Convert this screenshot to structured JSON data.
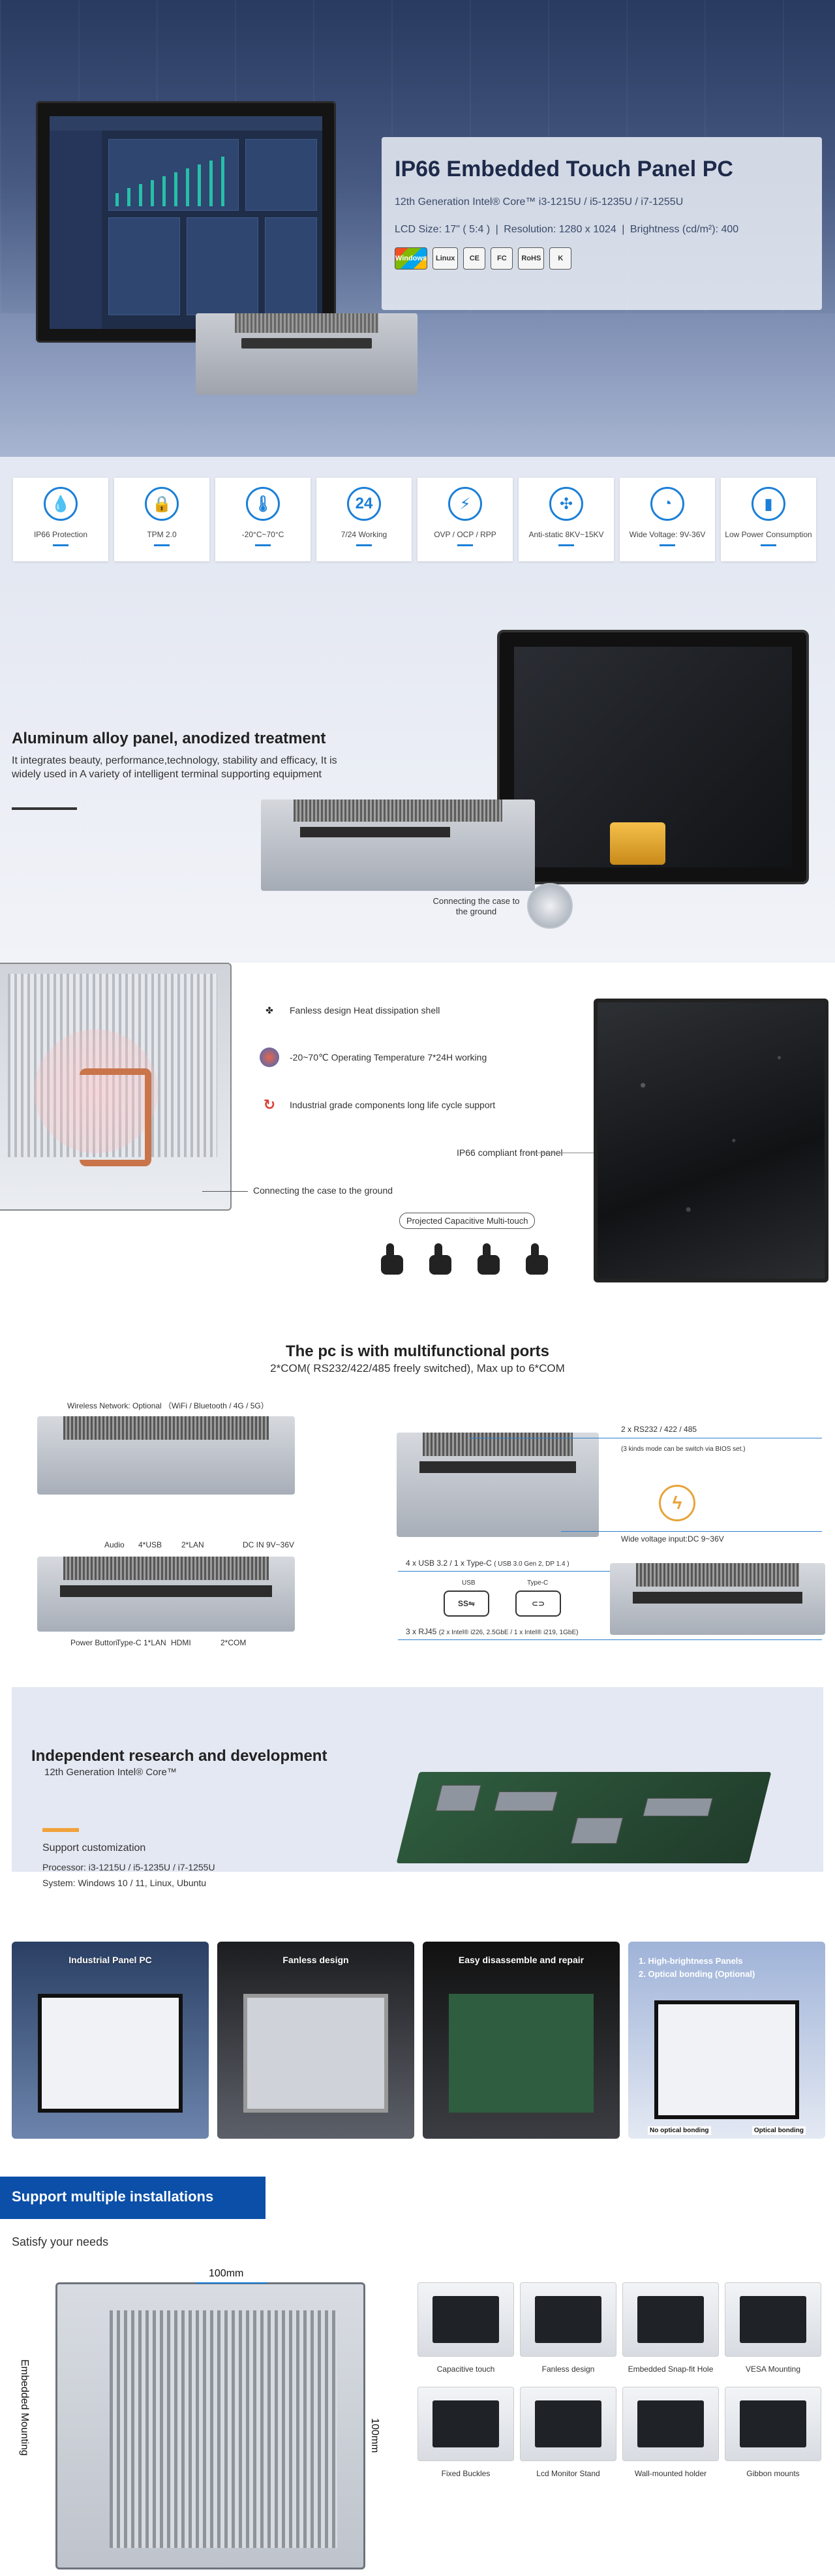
{
  "hero": {
    "title": "IP66 Embedded Touch Panel PC",
    "cpu": "12th Generation Intel® Core™ i3-1215U / i5-1235U / i7-1255U",
    "lcd": "LCD Size: 17\" ( 5:4 )",
    "resolution": "Resolution:  1280 x 1024",
    "brightness": "Brightness (cd/m²): 400",
    "sep": "|",
    "logos": [
      "Windows",
      "Linux",
      "CE",
      "FC",
      "RoHS",
      "K"
    ]
  },
  "features": [
    {
      "label": "IP66 Protection",
      "icon": "droplet-icon"
    },
    {
      "label": "TPM 2.0",
      "icon": "shield-lock-icon"
    },
    {
      "label": "-20°C~70°C",
      "icon": "thermometer-icon"
    },
    {
      "label": "7/24 Working",
      "icon": "clock-24-icon"
    },
    {
      "label": "OVP / OCP / RPP",
      "icon": "shield-power-icon"
    },
    {
      "label": "Anti-static 8KV~15KV",
      "icon": "static-icon"
    },
    {
      "label": "Wide Voltage: 9V-36V",
      "icon": "gauge-icon"
    },
    {
      "label": "Low Power Consumption",
      "icon": "battery-icon"
    }
  ],
  "aluminum": {
    "title": "Aluminum alloy panel, anodized treatment",
    "desc": "It integrates beauty, performance,technology, stability and efficacy, It is widely used in A variety of intelligent terminal supporting equipment",
    "connect": "Connecting the case to the ground"
  },
  "thermal": {
    "items": [
      {
        "text": "Fanless design Heat dissipation shell",
        "icon": "fan-icon"
      },
      {
        "text": "-20~70℃ Operating Temperature 7*24H working",
        "icon": "temperature-icon"
      },
      {
        "text": "Industrial grade components long life cycle support",
        "icon": "cycle-icon"
      }
    ],
    "ip66": "IP66 compliant front panel",
    "ground": "Connecting the case to the ground",
    "capacitive": "Projected Capacitive Multi-touch"
  },
  "ports": {
    "title": "The pc is with multifunctional ports",
    "subtitle": "2*COM( RS232/422/485 freely switched), Max up to 6*COM",
    "wireless": "Wireless Network: Optional （WiFi / Bluetooth / 4G / 5G）",
    "audio": "Audio",
    "usb4": "4*USB",
    "lan2": "2*LAN",
    "dcin": "DC IN 9V~36V",
    "power": "Power Button",
    "typec": "Type-C",
    "lan1": "1*LAN",
    "hdmi": "HDMI",
    "com2": "2*COM",
    "rs232": "2 x RS232 / 422 / 485",
    "rs232_note": "(3 kinds mode can be switch via BIOS set.)",
    "wide": "Wide voltage input:DC 9~36V",
    "usb32": "4 x USB 3.2 / 1 x Type-C",
    "usb32_note": "( USB 3.0 Gen 2, DP 1.4 )",
    "usb_label": "USB",
    "typec_label": "Type-C",
    "rj45": "3 x RJ45",
    "rj45_note": "(2 x Intel® i226, 2.5GbE / 1 x Intel® i219, 1GbE)"
  },
  "rnd": {
    "title": "Independent research and development",
    "subtitle": "12th Generation Intel® Core™",
    "custom": "Support customization",
    "processor": "Processor: i3-1215U / i5-1235U / i7-1255U",
    "system": "System: Windows 10 / 11,   Linux, Ubuntu"
  },
  "gallery": {
    "tiles": [
      "Industrial Panel PC",
      "Fanless design",
      "Easy disassemble and repair"
    ],
    "list": [
      "1. High-brightness Panels",
      "2. Optical bonding (Optional)"
    ],
    "no_bond": "No optical bonding",
    "bond": "Optical bonding"
  },
  "install": {
    "title": "Support multiple installations",
    "subtitle": "Satisfy your needs",
    "dim_w": "100mm",
    "dim_h": "100mm",
    "embedded": "Embedded Mounting",
    "mounts": [
      "Capacitive touch",
      "Fanless design",
      "Embedded Snap-fit Hole",
      "VESA Mounting",
      "Fixed Buckles",
      "Lcd Monitor Stand",
      "Wall-mounted holder",
      "Gibbon mounts"
    ]
  }
}
